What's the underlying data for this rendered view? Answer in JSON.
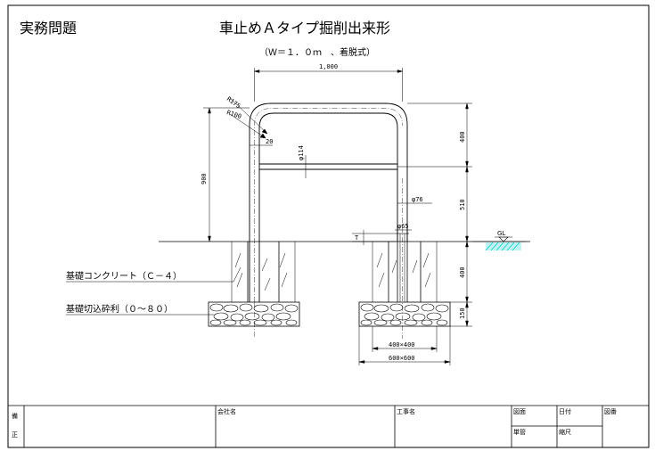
{
  "header": {
    "section_label": "実務問題",
    "title": "車止めＡタイプ掘削出来形",
    "subtitle": "（Ｗ＝１．０ｍ　、着脱式）"
  },
  "dimensions": {
    "width_top": "1,000",
    "r_outer": "R175",
    "r_inner": "R100",
    "offset_20": "20",
    "height_900": "900",
    "height_400": "400",
    "height_510": "510",
    "depth_400": "400",
    "base_150": "150",
    "dia_114": "φ114",
    "dia_76": "φ76",
    "dia_65": "φ65",
    "gap_t": "T",
    "foundation_inner": "400×400",
    "foundation_outer": "600×600"
  },
  "labels": {
    "gl": "GL",
    "concrete": "基礎コンクリート（Ｃ－４）",
    "gravel": "基礎切込砕利（０～８０）"
  },
  "titleblock": {
    "remark_top": "備",
    "remark_bottom": "正",
    "company": "会社名",
    "project": "工事名",
    "drawing": "図面",
    "date": "日付",
    "number": "図番",
    "scale_type": "単管",
    "scale": "縮尺"
  },
  "colors": {
    "line": "#000000",
    "gl_hatch": "#00c8c8",
    "background": "#ffffff"
  }
}
